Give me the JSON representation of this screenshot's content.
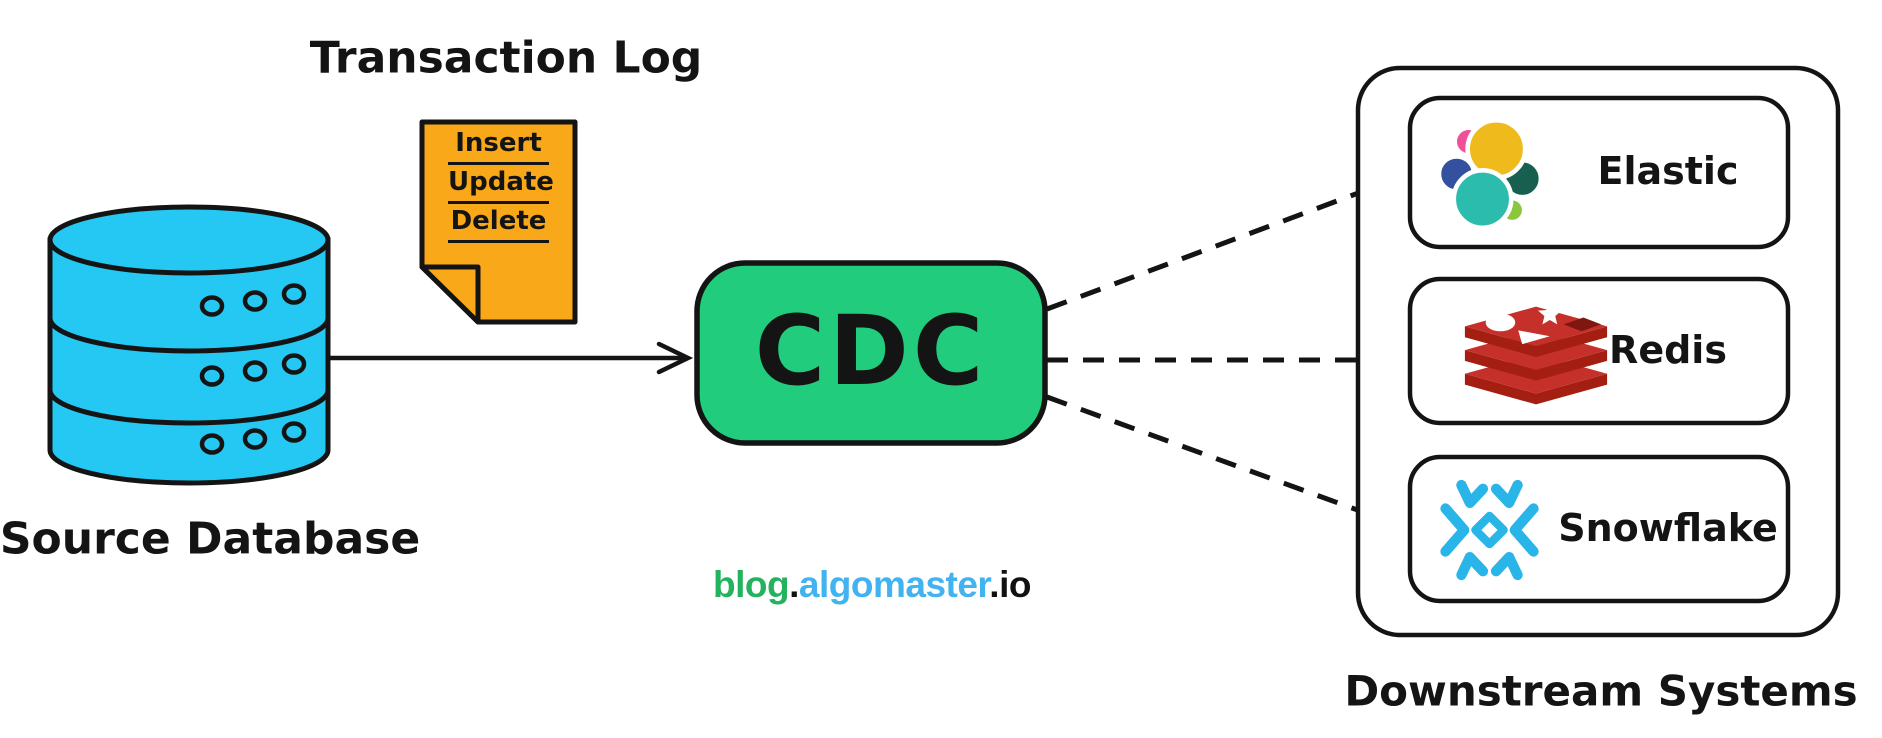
{
  "diagram": {
    "source": {
      "label": "Source Database"
    },
    "transaction_log": {
      "title": "Transaction Log",
      "items": [
        "Insert",
        "Update",
        "Delete"
      ]
    },
    "processor": {
      "label": "CDC"
    },
    "downstream": {
      "label": "Downstream Systems",
      "systems": [
        {
          "name": "Elastic"
        },
        {
          "name": "Redis"
        },
        {
          "name": "Snowflake"
        }
      ]
    },
    "watermark": {
      "blog": "blog",
      "dot": ".",
      "domain": "algomaster",
      "tld": ".io"
    }
  },
  "colors": {
    "ink": "#141414",
    "db-cyan": "#24C8F3",
    "doc-orange": "#F8A818",
    "cdc-green": "#21CD7C",
    "wm-green": "#23B25E",
    "wm-blue": "#41B3F0",
    "redis-red": "#C6302B",
    "redis-dark": "#A41E11",
    "redis-deep": "#7E1710",
    "snow-blue": "#29B5E8",
    "el-pink": "#EF5098",
    "el-yellow": "#EFBA1C",
    "el-navy": "#33519E",
    "el-teal": "#2CBCAD",
    "el-green": "#17604F",
    "el-lime": "#8CC63F"
  }
}
